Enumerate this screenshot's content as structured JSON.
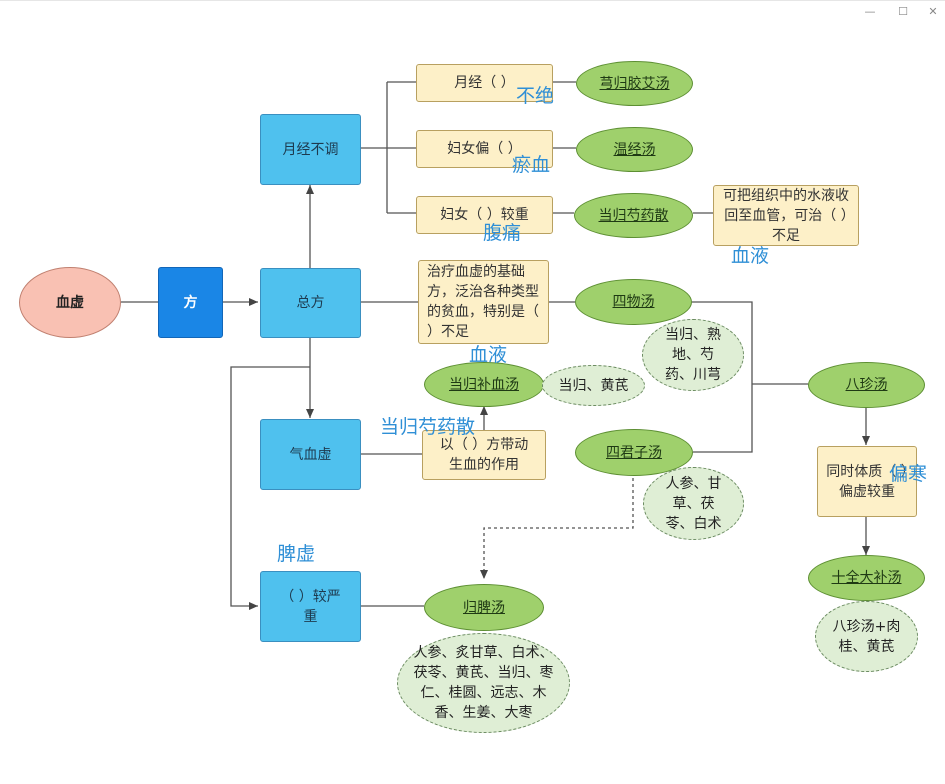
{
  "window": {
    "minimize": "—",
    "maximize": "☐",
    "close": "✕"
  },
  "nodes": {
    "xuexu": "血虚",
    "fang": "方",
    "yuejing_butiao": "月经不调",
    "zongfang": "总方",
    "qixuexu": "气血虚",
    "severe": "（ ）较严重",
    "yuejing": "月经（ ）",
    "funv_lou": "妇女偏（ ）",
    "funv_jiaozhong": "妇女（ ）较重",
    "treat": "治疗血虚的基础方，泛治各种类型的贫血，特别是（ ）不足",
    "yi_fang": "以（ ）方带动生血的作用",
    "xiongguijiaoai": "芎归胶艾汤",
    "wenjing": "温经汤",
    "danggui_shaoyao": "当归芍药散",
    "organize": "可把组织中的水液收回至血管，可治（ ）不足",
    "siwu": "四物汤",
    "siwu_ing": "当归、熟地、芍药、川芎",
    "danggui_buxue": "当归补血汤",
    "danggui_huangqi": "当归、黄芪",
    "sijunzi": "四君子汤",
    "sijunzi_ing": "人参、甘草、茯苓、白术",
    "bazhen": "八珍汤",
    "tizhi": "同时体质（ ）偏虚较重",
    "shiquan": "十全大补汤",
    "shiquan_ing": "八珍汤+肉桂、黄芪",
    "guipi": "归脾汤",
    "guipi_ing": "人参、炙甘草、白术、茯苓、黄芪、当归、枣仁、桂圆、远志、木香、生姜、大枣"
  },
  "answers": {
    "bujue": "不绝",
    "yuxue": "瘀血",
    "futong": "腹痛",
    "xueye1": "血液",
    "xueye2": "血液",
    "dangguishaoyaosan": "当归芍药散",
    "pixu": "脾虚",
    "pianhan": "偏寒"
  }
}
